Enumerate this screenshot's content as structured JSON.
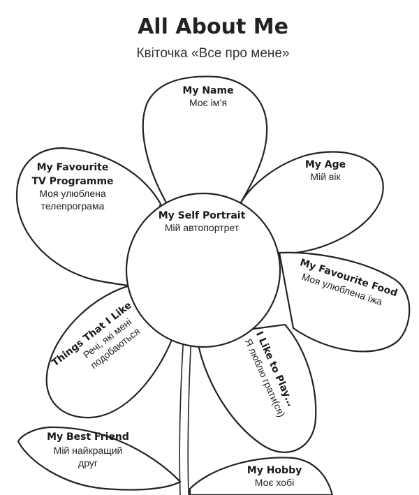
{
  "header": {
    "title": "All About Me",
    "subtitle": "Квіточка «Все про мене»"
  },
  "petals": {
    "name": {
      "en": "My Name",
      "ua": "Моє ім’я"
    },
    "age": {
      "en": "My Age",
      "ua": "Мій вік"
    },
    "tv": {
      "en_line1": "My Favourite",
      "en_line2": "TV Programme",
      "ua_line1": "Моя улюблена",
      "ua_line2": "телепрограма"
    },
    "center": {
      "en": "My Self Portrait",
      "ua": "Мій автопортрет"
    },
    "food": {
      "en": "My Favourite Food",
      "ua": "Моя улюблена їжа"
    },
    "things": {
      "en": "Things That I Like",
      "ua_line1": "Речі, які мені",
      "ua_line2": "подобаються"
    },
    "play": {
      "en": "I Like to Play…",
      "ua": "Я люблю грати(ся)"
    }
  },
  "leaves": {
    "friend": {
      "en": "My Best Friend",
      "ua_line1": "Мій найкращий",
      "ua_line2": "друг"
    },
    "hobby": {
      "en": "My Hobby",
      "ua": "Моє хобі"
    }
  }
}
